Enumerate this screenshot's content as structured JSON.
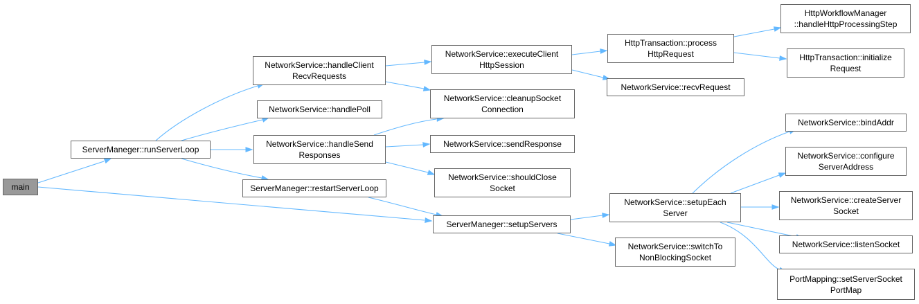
{
  "colors": {
    "edge": "#63b8ff",
    "node_border": "#666666",
    "root_fill": "#999999",
    "node_fill": "#ffffff"
  },
  "nodes": {
    "main": [
      "main"
    ],
    "runServerLoop": [
      "ServerManeger::runServerLoop"
    ],
    "handleClientRecv": [
      "NetworkService::handleClient",
      "RecvRequests"
    ],
    "handlePoll": [
      "NetworkService::handlePoll"
    ],
    "handleSend": [
      "NetworkService::handleSend",
      "Responses"
    ],
    "restartServerLoop": [
      "ServerManeger::restartServerLoop"
    ],
    "executeClient": [
      "NetworkService::executeClient",
      "HttpSession"
    ],
    "cleanupSocket": [
      "NetworkService::cleanupSocket",
      "Connection"
    ],
    "sendResponse": [
      "NetworkService::sendResponse"
    ],
    "shouldClose": [
      "NetworkService::shouldClose",
      "Socket"
    ],
    "setupServers": [
      "ServerManeger::setupServers"
    ],
    "processHttp": [
      "HttpTransaction::process",
      "HttpRequest"
    ],
    "recvRequest": [
      "NetworkService::recvRequest"
    ],
    "setupEach": [
      "NetworkService::setupEach",
      "Server"
    ],
    "switchTo": [
      "NetworkService::switchTo",
      "NonBlockingSocket"
    ],
    "workflowMgr": [
      "HttpWorkflowManager",
      "::handleHttpProcessingStep"
    ],
    "initRequest": [
      "HttpTransaction::initialize",
      "Request"
    ],
    "bindAddr": [
      "NetworkService::bindAddr"
    ],
    "configureAddr": [
      "NetworkService::configure",
      "ServerAddress"
    ],
    "createSocket": [
      "NetworkService::createServer",
      "Socket"
    ],
    "listenSocket": [
      "NetworkService::listenSocket"
    ],
    "portMapping": [
      "PortMapping::setServerSocket",
      "PortMap"
    ]
  }
}
